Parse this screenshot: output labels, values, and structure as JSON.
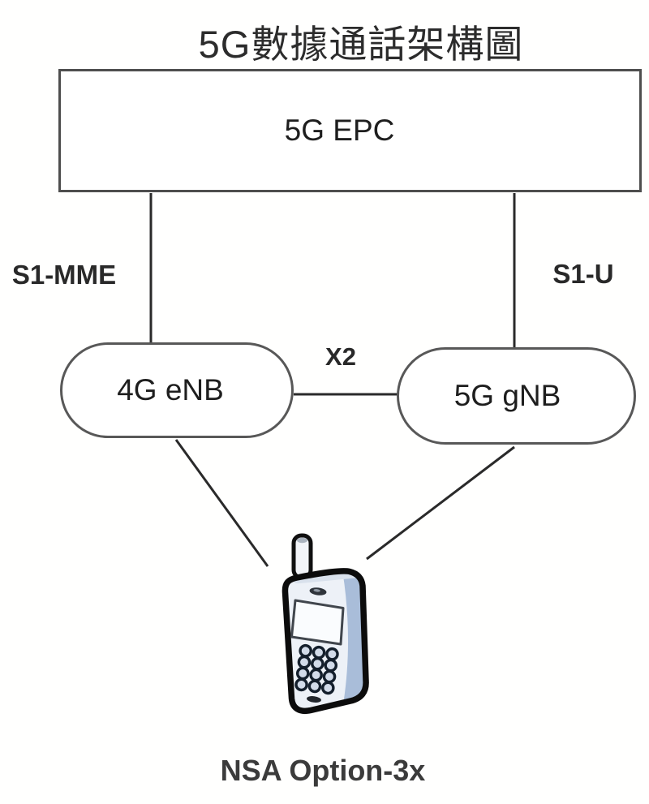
{
  "page": {
    "title": "5G數據通話架構圖",
    "caption": "NSA Option-3x"
  },
  "core": {
    "label": "5G EPC"
  },
  "nodes": {
    "enb": {
      "label": "4G eNB"
    },
    "gnb": {
      "label": "5G gNB"
    }
  },
  "interfaces": {
    "s1mme": {
      "label": "S1-MME"
    },
    "s1u": {
      "label": "S1-U"
    },
    "x2": {
      "label": "X2"
    }
  },
  "icons": {
    "ue": "mobile-phone-icon"
  },
  "colors": {
    "line": "#2a2a2a",
    "box_border": "#4e4e4e",
    "stadium_border": "#585858",
    "text": "#1e1e1e",
    "phone_outline": "#0c0c0c",
    "phone_face": "#edf1f7",
    "phone_side": "#a9bdd9"
  }
}
